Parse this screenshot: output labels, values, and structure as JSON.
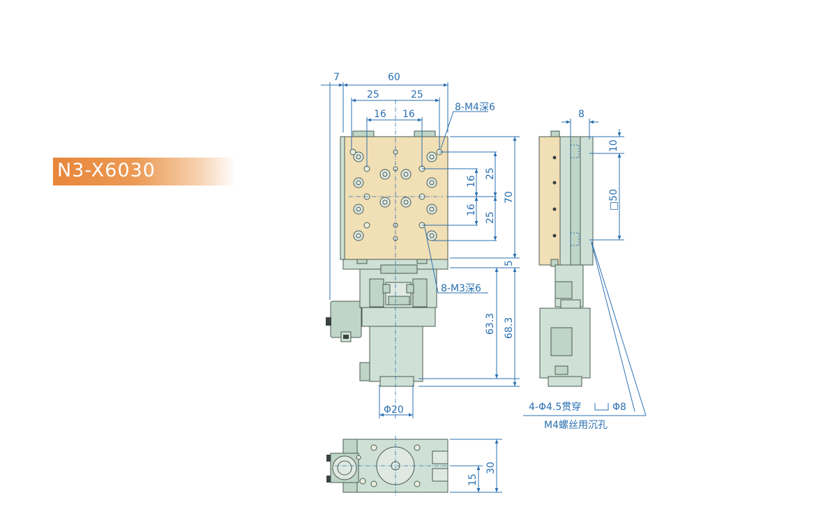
{
  "model": "N3-X6030",
  "colors": {
    "tag": "#e8863a",
    "dimension": "#2a6fb0",
    "plate": "#f1dfb5",
    "body": "#cfe1d6"
  },
  "top_view": {
    "dim_7": "7",
    "dim_60": "60",
    "dim_25_left": "25",
    "dim_25_right": "25",
    "dim_16_left": "16",
    "dim_16_right": "16",
    "callout_m4": "8-M4深6",
    "dim_16_upper": "16",
    "dim_25_upper": "25",
    "dim_16_lower": "16",
    "dim_25_lower": "25",
    "dim_70": "70",
    "dim_5": "5",
    "callout_m3": "8-M3深6",
    "dim_63_3": "63.3",
    "dim_68_3": "68.3",
    "dim_phi20": "Φ20"
  },
  "side_view": {
    "dim_8": "8",
    "dim_10": "10",
    "dim_50": "□50",
    "callout_line1": "4-Φ4.5贯穿",
    "callout_line1b": "Φ8",
    "callout_line2": "M4螺丝用沉孔"
  },
  "bottom_view": {
    "dim_30": "30",
    "dim_15": "15"
  }
}
